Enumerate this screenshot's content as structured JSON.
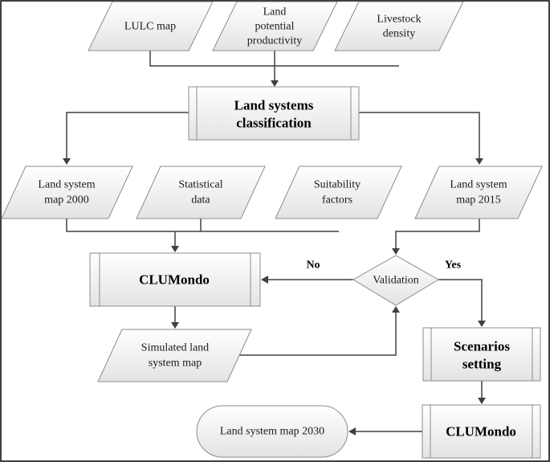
{
  "colors": {
    "shape_fill_top": "#ffffff",
    "shape_fill_bottom": "#e3e3e3",
    "shape_stroke": "#8c8c8c",
    "connector": "#404040",
    "text": "#1a1a1a",
    "frame": "#000000"
  },
  "inputs": [
    {
      "lines": [
        "LULC map"
      ]
    },
    {
      "lines": [
        "Land",
        "potential",
        "productivity"
      ]
    },
    {
      "lines": [
        "Livestock",
        "density"
      ]
    }
  ],
  "classification": {
    "lines": [
      "Land systems",
      "classification"
    ]
  },
  "middle_inputs": [
    {
      "lines": [
        "Land system",
        "map 2000"
      ]
    },
    {
      "lines": [
        "Statistical",
        "data"
      ]
    },
    {
      "lines": [
        "Suitability",
        "factors"
      ]
    }
  ],
  "map_2015": {
    "lines": [
      "Land system",
      "map 2015"
    ]
  },
  "clumondo_main": {
    "lines": [
      "CLUMondo"
    ]
  },
  "validation": {
    "lines": [
      "Validation"
    ]
  },
  "label_no": "No",
  "label_yes": "Yes",
  "simulated": {
    "lines": [
      "Simulated land",
      "system map"
    ]
  },
  "scenarios": {
    "lines": [
      "Scenarios",
      "setting"
    ]
  },
  "clumondo_second": {
    "lines": [
      "CLUMondo"
    ]
  },
  "map_2030": {
    "lines": [
      "Land system map 2030"
    ]
  }
}
